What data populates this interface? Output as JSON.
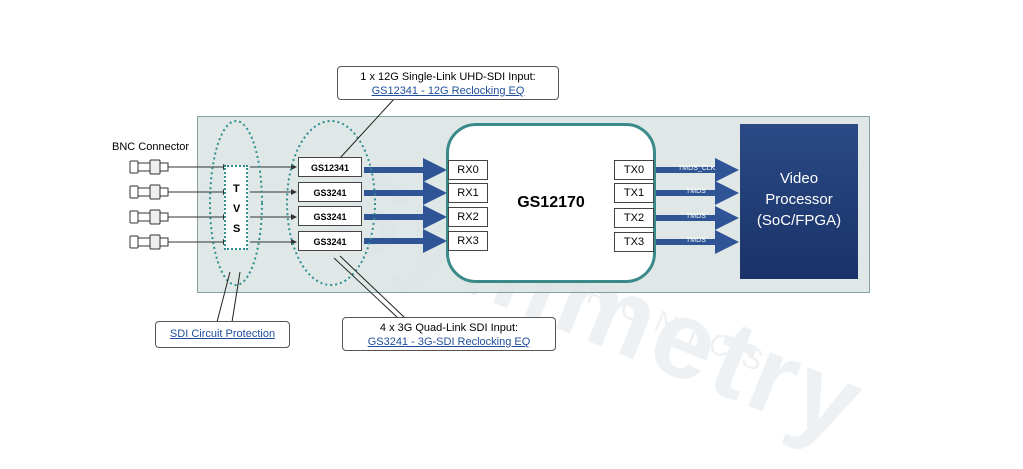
{
  "watermark": {
    "brand": "Symmetry",
    "sub": "ELECTRONICS"
  },
  "bnc_label": "BNC Connector",
  "tvs_letters": [
    "T",
    "V",
    "S"
  ],
  "eq_chips": [
    "GS12341",
    "GS3241",
    "GS3241",
    "GS3241"
  ],
  "main_chip": {
    "name": "GS12170",
    "rx": [
      "RX0",
      "RX1",
      "RX2",
      "RX3"
    ],
    "tx": [
      "TX0",
      "TX1",
      "TX2",
      "TX3"
    ]
  },
  "tmds_labels": [
    "TMDS_CLK",
    "TMDS",
    "TMDS",
    "TMDS"
  ],
  "processor": {
    "line1": "Video",
    "line2": "Processor",
    "line3": "(SoC/FPGA)"
  },
  "callout_top": {
    "title": "1 x 12G Single-Link UHD-SDI Input:",
    "link": "GS12341 - 12G Reclocking EQ"
  },
  "callout_bottom": {
    "title": "4 x 3G Quad-Link SDI Input:",
    "link": "GS3241 - 3G-SDI Reclocking EQ"
  },
  "callout_protection": {
    "link": "SDI Circuit Protection"
  },
  "colors": {
    "board": "#dde5e5",
    "board_border": "#7a9a9a",
    "chip_border": "#3a8a8a",
    "arrow": "#2f5597",
    "processor": "#1f3a73"
  }
}
